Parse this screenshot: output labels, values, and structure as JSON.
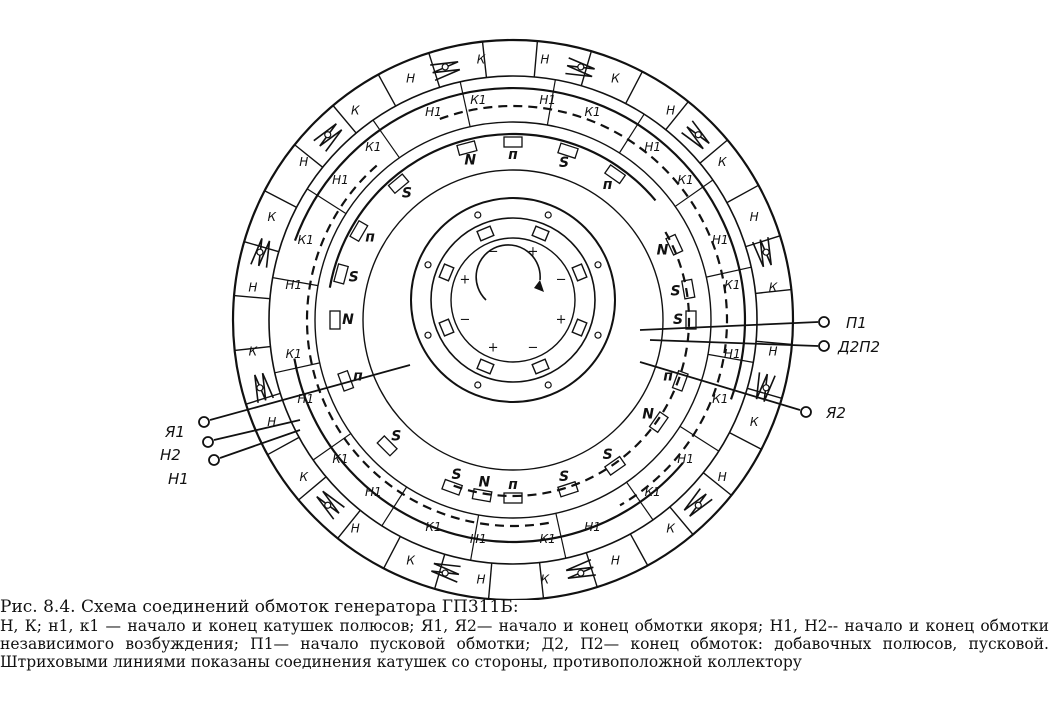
{
  "figure": {
    "caption_title": "Рис. 8.4. Схема соединений обмоток генератора ГП311Б:",
    "caption_text": "Н, К; н1, к1 — начало и конец катушек полюсов; Я1, Я2— начало и конец обмотки якоря; Н1, Н2-- начало и конец обмотки независимого возбуждения; П1— начало пусковой обмотки; Д2, П2— конец обмоток: добавочных полюсов, пусковой. Штриховыми линиями показаны соединения катушек со стороны, противоположной коллектору"
  },
  "terminals": {
    "p1": "П1",
    "d2p2": "Д2П2",
    "ya2": "Я2",
    "ya1": "Я1",
    "n2": "Н2",
    "n1": "Н1"
  },
  "coil_labels": {
    "n": "Н",
    "k": "К",
    "n1": "Н1",
    "k1": "К1"
  },
  "pole_labels": {
    "north": "N",
    "south": "S",
    "commutating": "п"
  },
  "brush_signs": {
    "plus": "+",
    "minus": "−"
  }
}
